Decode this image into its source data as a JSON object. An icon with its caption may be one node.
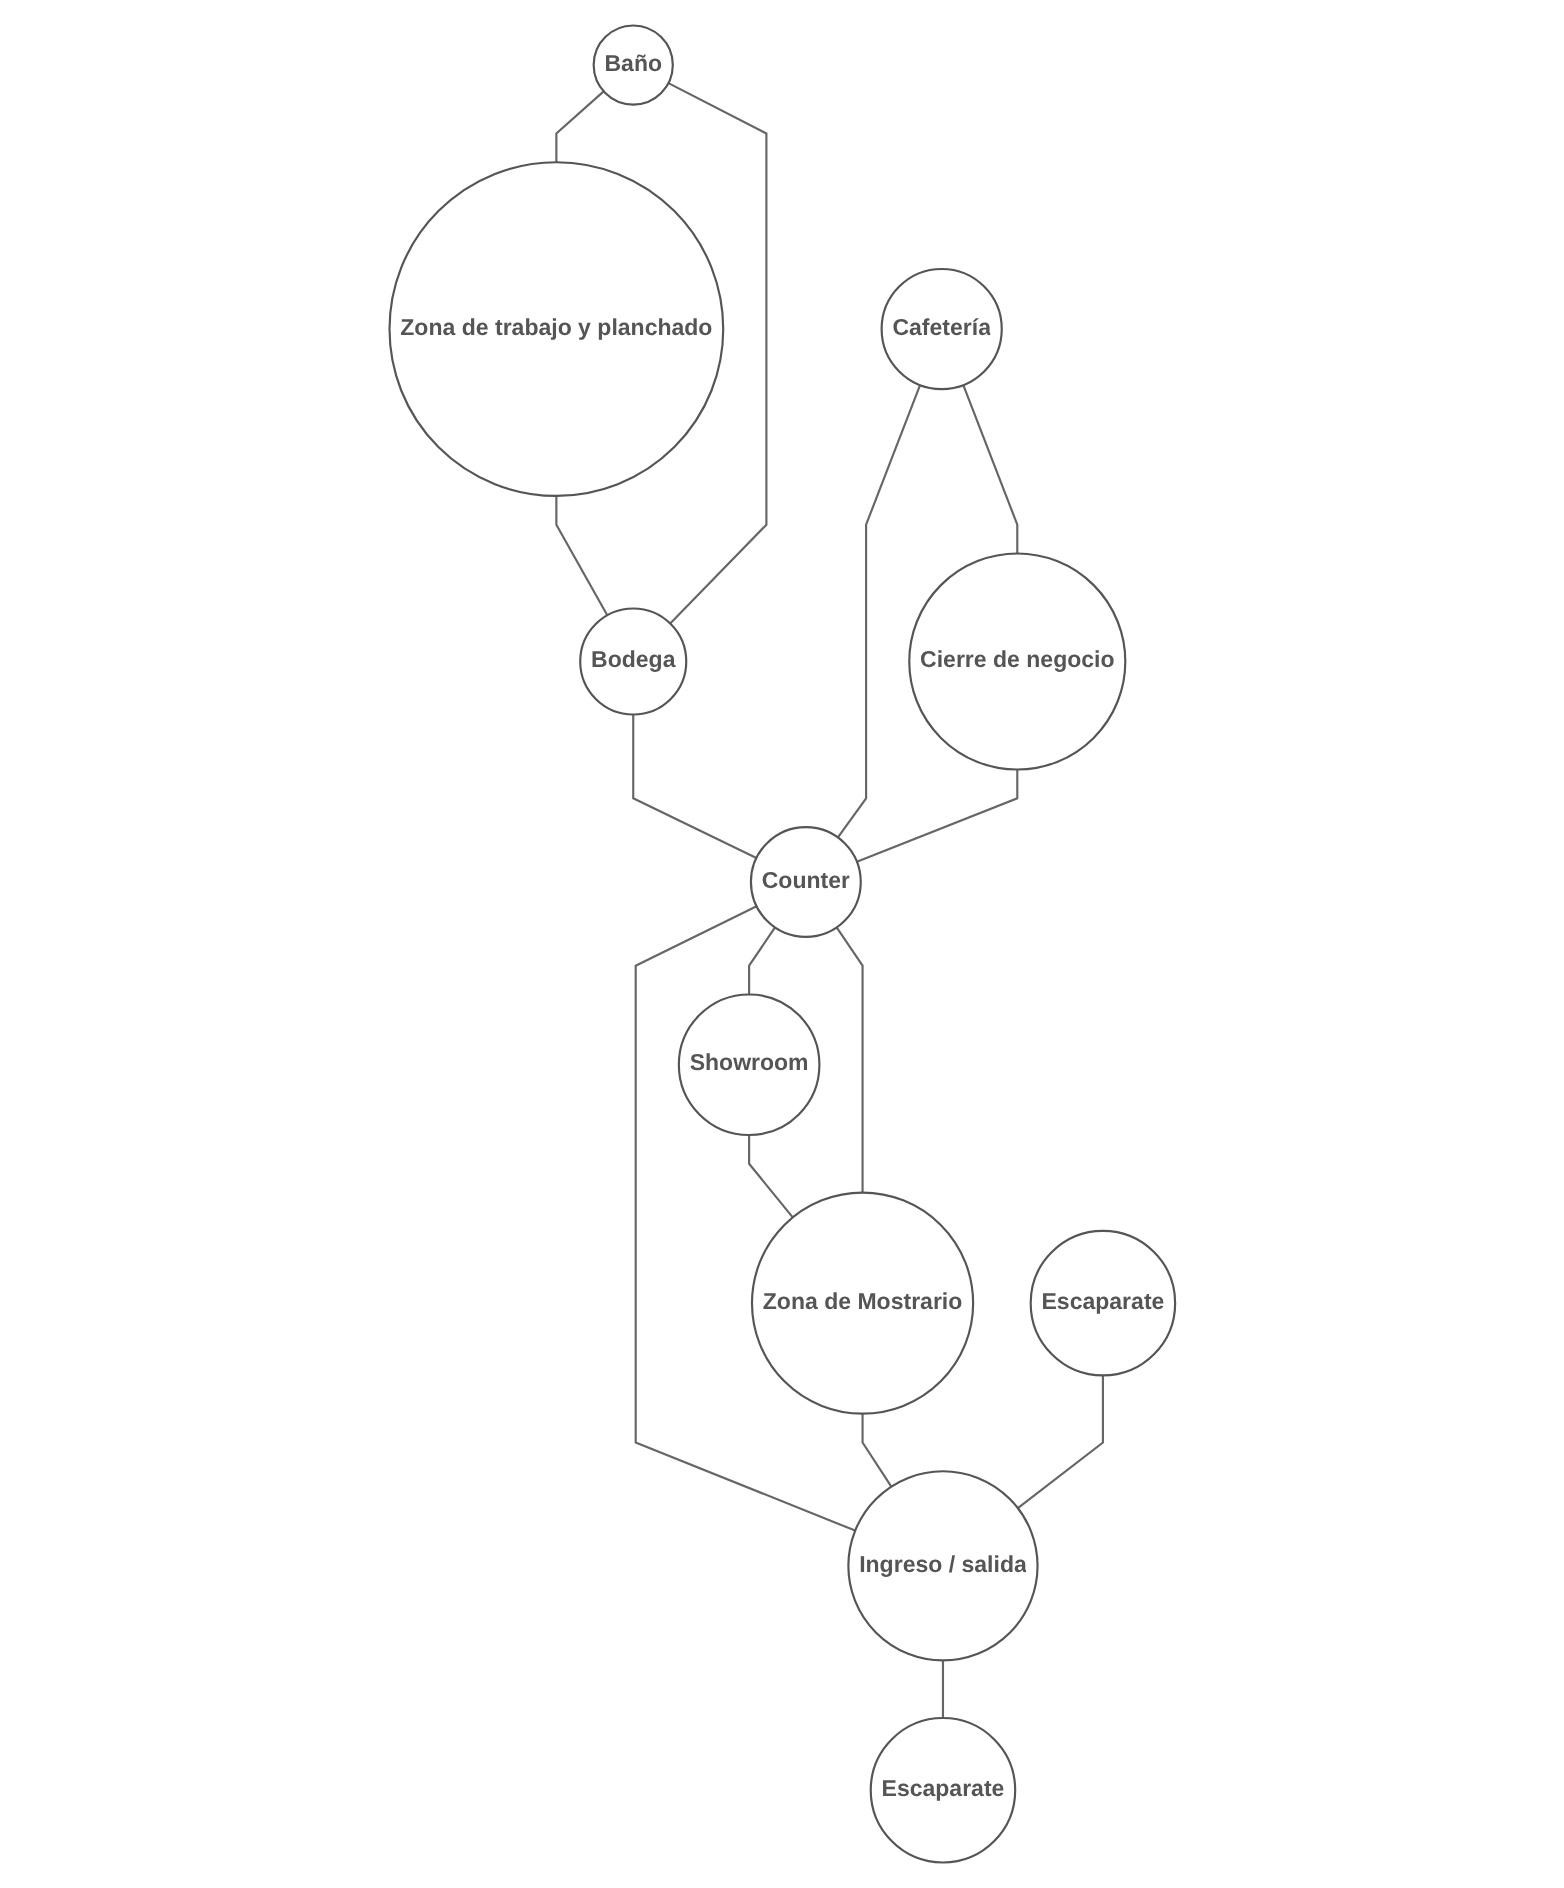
{
  "diagram": {
    "nodes": [
      {
        "text": [
          "Zona de trabajo y planchado"
        ]
      },
      {
        "text": [
          "Baño"
        ]
      },
      {
        "text": [
          "Bodega"
        ]
      },
      {
        "text": [
          "Showroom"
        ]
      },
      {
        "text": [
          "Cafetería"
        ]
      },
      {
        "text": [
          "Counter"
        ]
      },
      {
        "text": [
          "Zona de Mostrario"
        ]
      },
      {
        "text": [
          "Cierre de negocio"
        ]
      },
      {
        "text": [
          "Escaparate"
        ]
      },
      {
        "text": [
          "Ingreso / salida"
        ]
      },
      {
        "text": [
          "Escaparate"
        ]
      }
    ],
    "edges": [
      {
        "from": 1,
        "to": 0,
        "arrow": "none"
      },
      {
        "from": 0,
        "to": 2,
        "arrow": "none"
      },
      {
        "from": 1,
        "to": 2,
        "arrow": "none"
      },
      {
        "from": 2,
        "to": 5,
        "arrow": "none"
      },
      {
        "from": 5,
        "to": 3,
        "arrow": "none"
      },
      {
        "from": 3,
        "to": 6,
        "arrow": "none"
      },
      {
        "from": 4,
        "to": 5,
        "arrow": "none"
      },
      {
        "from": 4,
        "to": 7,
        "arrow": "none"
      },
      {
        "from": 7,
        "to": 5,
        "arrow": "none"
      },
      {
        "from": 5,
        "to": 6,
        "arrow": "none"
      },
      {
        "from": 5,
        "to": 9,
        "arrow": "none"
      },
      {
        "from": 6,
        "to": 9,
        "arrow": "none"
      },
      {
        "from": 8,
        "to": 9,
        "arrow": "none"
      },
      {
        "from": 9,
        "to": 10,
        "arrow": "none"
      }
    ]
  }
}
